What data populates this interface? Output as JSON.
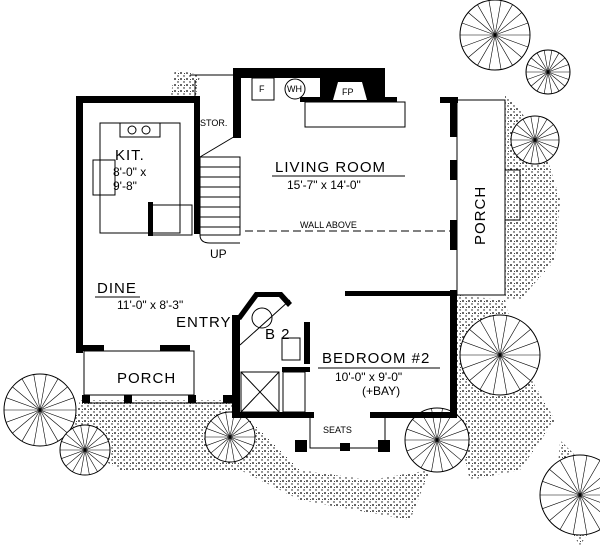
{
  "rooms": {
    "kitchen": {
      "name": "KIT.",
      "dim1": "8'-0\" x",
      "dim2": "9'-8\""
    },
    "storage": {
      "name": "STOR."
    },
    "living": {
      "name": "LIVING ROOM",
      "dim": "15'-7\" x 14'-0\""
    },
    "wall_above": "WALL ABOVE",
    "porch_right": {
      "name": "PORCH"
    },
    "stairs": {
      "label": "UP"
    },
    "dine": {
      "name": "DINE",
      "dim": "11'-0\" x 8'-3\""
    },
    "entry": {
      "name": "ENTRY"
    },
    "bath": {
      "name": "B 2"
    },
    "bedroom": {
      "name": "BEDROOM #2",
      "dim": "10'-0\" x 9'-0\"",
      "note": "(+BAY)"
    },
    "porch_front": {
      "name": "PORCH"
    },
    "seats": "SEATS"
  },
  "fixtures": {
    "furnace": "F",
    "water_heater": "WH",
    "fireplace": "FP"
  },
  "colors": {
    "ink": "#000000",
    "paper": "#ffffff"
  }
}
